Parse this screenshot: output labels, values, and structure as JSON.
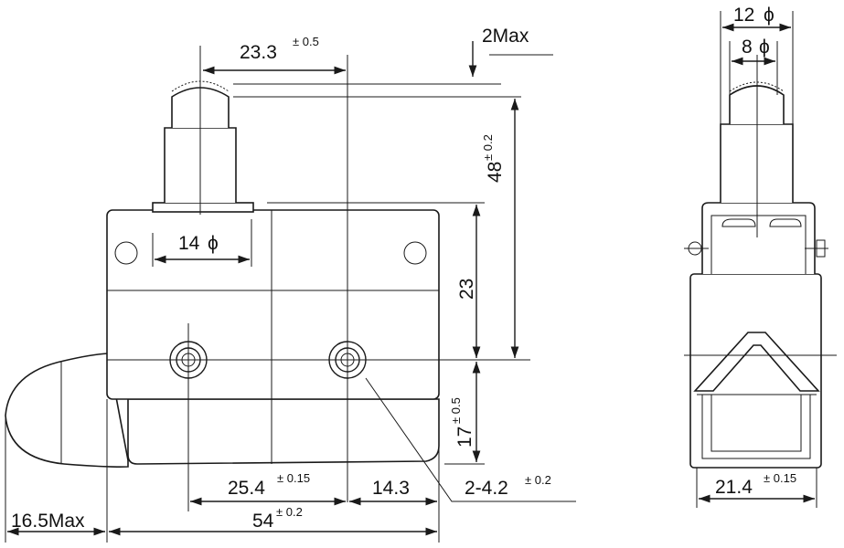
{
  "front_view": {
    "dim_top_offset": {
      "value": "23.3",
      "tol": "± 0.5"
    },
    "dim_overtravel": {
      "value": "2Max"
    },
    "dim_total_height": {
      "value": "48",
      "tol": "± 0.2"
    },
    "dim_plunger_dia": {
      "value": "14",
      "symbol": "ϕ"
    },
    "dim_body_height": {
      "value": "23"
    },
    "dim_hole_height": {
      "value": "17",
      "tol": "± 0.5"
    },
    "dim_hole_pitch": {
      "value": "25.4",
      "tol": "± 0.15"
    },
    "dim_hole_edge": {
      "value": "14.3"
    },
    "dim_holes": {
      "value": "2-4.2",
      "tol": "± 0.2"
    },
    "dim_width": {
      "value": "54",
      "tol": "± 0.2"
    },
    "dim_cover": {
      "value": "16.5Max"
    }
  },
  "side_view": {
    "dim_outer_dia": {
      "value": "12",
      "symbol": "ϕ"
    },
    "dim_inner_dia": {
      "value": "8",
      "symbol": "ϕ"
    },
    "dim_width": {
      "value": "21.4",
      "tol": "± 0.15"
    }
  }
}
